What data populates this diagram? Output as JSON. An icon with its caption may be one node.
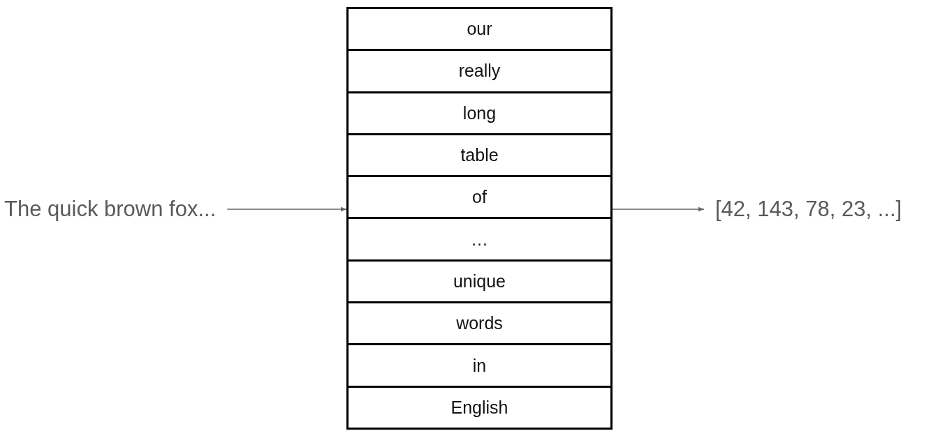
{
  "diagram": {
    "nodes": [
      {
        "text": [
          "The quick brown fox..."
        ]
      },
      {
        "text": [],
        "shape": "box"
      },
      {
        "text": [
          "our"
        ],
        "in": 1
      },
      {
        "text": [
          "really"
        ],
        "in": 1
      },
      {
        "text": [
          "long"
        ],
        "in": 1
      },
      {
        "text": [
          "table"
        ],
        "in": 1
      },
      {
        "text": [
          "of"
        ],
        "in": 1
      },
      {
        "text": [
          "…"
        ],
        "in": 1
      },
      {
        "text": [
          "unique"
        ],
        "in": 1
      },
      {
        "text": [
          "words"
        ],
        "in": 1
      },
      {
        "text": [
          "in"
        ],
        "in": 1
      },
      {
        "text": [
          "English"
        ],
        "in": 1
      },
      {
        "text": [
          "[42, 143, 78, 23, ...]"
        ]
      }
    ],
    "edges": [
      {
        "from": 0,
        "to": 1,
        "arrow": "to"
      },
      {
        "from": 1,
        "to": 12,
        "arrow": "to"
      }
    ]
  }
}
